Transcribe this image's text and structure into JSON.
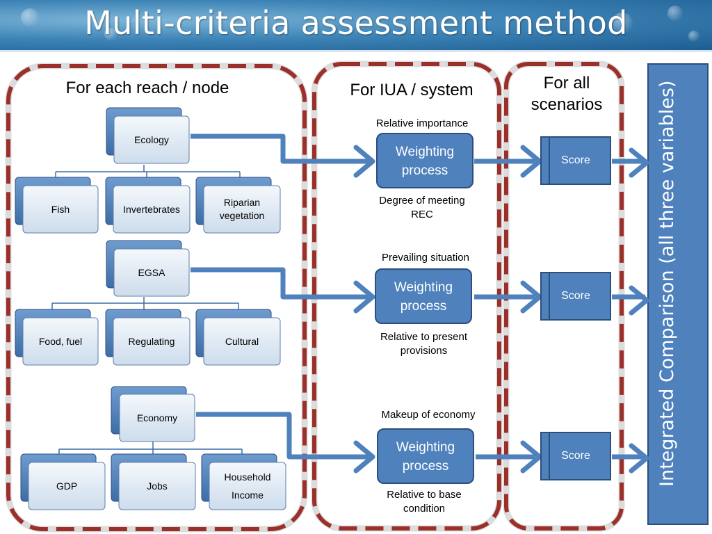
{
  "title": "Multi-criteria assessment method",
  "columns": {
    "reach": "For each reach / node",
    "iua": "For IUA / system",
    "scenarios": "For all scenarios"
  },
  "hierarchies": [
    {
      "parent": "Ecology",
      "children": [
        "Fish",
        "Invertebrates",
        "Riparian vegetation"
      ]
    },
    {
      "parent": "EGSA",
      "children": [
        "Food, fuel",
        "Regulating",
        "Cultural"
      ]
    },
    {
      "parent": "Economy",
      "children": [
        "GDP",
        "Jobs",
        "Household Income"
      ]
    }
  ],
  "weighting": [
    {
      "label": "Weighting process",
      "above": "Relative importance",
      "below": "Degree of meeting REC"
    },
    {
      "label": "Weighting process",
      "above": "Prevailing situation",
      "below": "Relative to present provisions"
    },
    {
      "label": "Weighting process",
      "above": "Makeup of economy",
      "below": "Relative to base condition"
    }
  ],
  "score_label": "Score",
  "integrated": "Integrated Comparison (all three variables)",
  "colors": {
    "title_bg": "#3f85b7",
    "dash": "#9b2f2a",
    "box_fill": "#4f81bd",
    "box_stroke": "#2c4f7c",
    "arrow": "#4f81bd",
    "node_fill": "#dce8f4"
  }
}
